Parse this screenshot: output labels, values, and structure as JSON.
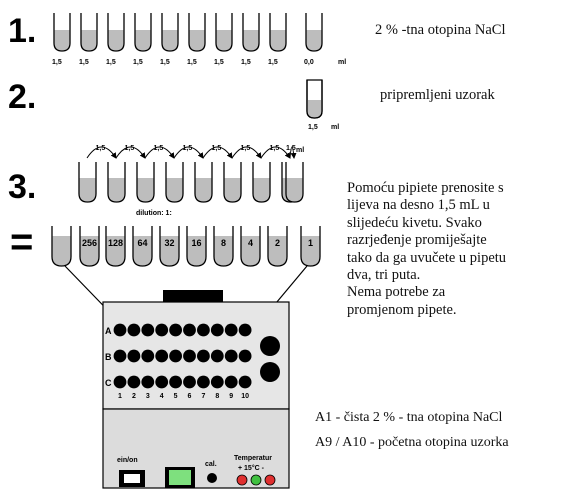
{
  "steps": {
    "step1": {
      "number": "1.",
      "tube_volumes": [
        "1,5",
        "1,5",
        "1,5",
        "1,5",
        "1,5",
        "1,5",
        "1,5",
        "1,5",
        "1,5",
        "0,0"
      ],
      "unit": "ml",
      "caption": "2 % -tna otopina NaCl"
    },
    "step2": {
      "number": "2.",
      "volume": "1,5",
      "unit": "ml",
      "caption": "pripremljeni uzorak"
    },
    "step3": {
      "number": "3.",
      "transfer_volumes": [
        "1,5",
        "1,5",
        "1,5",
        "1,5",
        "1,5",
        "1,5",
        "1,5",
        "1,5"
      ],
      "unit": "ml",
      "instructions": [
        "Pomoću pipiete prenosite s",
        "lijeva na desno 1,5 mL u",
        "slijedeću kivetu. Svako",
        "razrjeđenje promiješajte",
        "tako da ga uvučete u pipetu",
        "dva, tri puta.",
        "Nema potrebe za",
        "promjenom pipete."
      ]
    },
    "result": {
      "symbol": "=",
      "dilution_label": "dilution: 1:",
      "dilutions": [
        "",
        "256",
        "128",
        "64",
        "32",
        "16",
        "8",
        "4",
        "2",
        "1"
      ]
    }
  },
  "device": {
    "row_labels": [
      "A",
      "B",
      "C"
    ],
    "column_numbers": [
      "1",
      "2",
      "3",
      "4",
      "5",
      "6",
      "7",
      "8",
      "9",
      "10"
    ],
    "power_label": "ein/on",
    "cal_label": "cal.",
    "temperature_label": "Temperatur",
    "temperature_value": "+ 15°C -",
    "colors": {
      "panel": "#e6e6e6",
      "lower_panel": "#dcdcdc",
      "display": "#7ee07e",
      "led_red": "#e03030",
      "led_green": "#40c040",
      "well": "#000000"
    }
  },
  "legend": [
    "A1 -  čista 2 % - tna otopina NaCl",
    "A9 / A10 - početna otopina uzorka"
  ]
}
